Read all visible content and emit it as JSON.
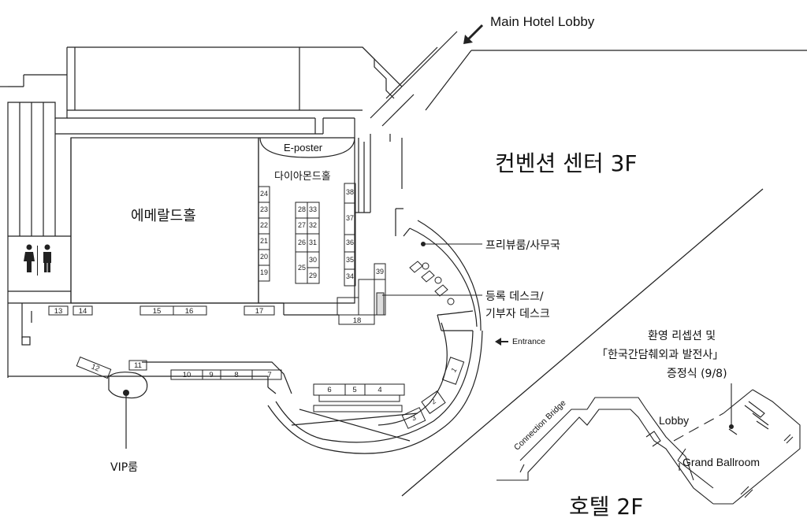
{
  "labels": {
    "main_hotel_lobby": "Main Hotel Lobby",
    "conv_center_floor": "컨벤션 센터 3F",
    "hotel_floor": "호텔 2F",
    "emerald_hall": "에메랄드홀",
    "diamond_hall": "다이아몬드홀",
    "e_poster": "E-poster",
    "preview_room": "프리뷰룸/사무국",
    "registration_desk_line1": "등록 데스크/",
    "registration_desk_line2": "기부자 데스크",
    "entrance": "Entrance",
    "vip_room": "VIP룸",
    "reception_line1": "환영 리셉션 및",
    "reception_line2": "「한국간담췌외과 발전사」",
    "reception_line3": "증정식 (9/8)",
    "lobby": "Lobby",
    "grand_ballroom": "Grand Ballroom",
    "connection_bridge": "Connection Bridge"
  },
  "booths": {
    "n19": "19",
    "n20": "20",
    "n21": "21",
    "n22": "22",
    "n23": "23",
    "n24": "24",
    "n25": "25",
    "n26": "26",
    "n27": "27",
    "n28": "28",
    "n29": "29",
    "n30": "30",
    "n31": "31",
    "n32": "32",
    "n33": "33",
    "n34": "34",
    "n35": "35",
    "n36": "36",
    "n37": "37",
    "n38": "38",
    "n39": "39",
    "n1": "1",
    "n2": "2",
    "n3": "3",
    "n4": "4",
    "n5": "5",
    "n6": "6",
    "n7": "7",
    "n8": "8",
    "n9": "9",
    "n10": "10",
    "n11": "11",
    "n12": "12",
    "n13": "13",
    "n14": "14",
    "n15": "15",
    "n16": "16",
    "n17": "17",
    "n18": "18"
  },
  "icons": [
    "arrow-icon",
    "restroom-icon",
    "seat-icon"
  ]
}
